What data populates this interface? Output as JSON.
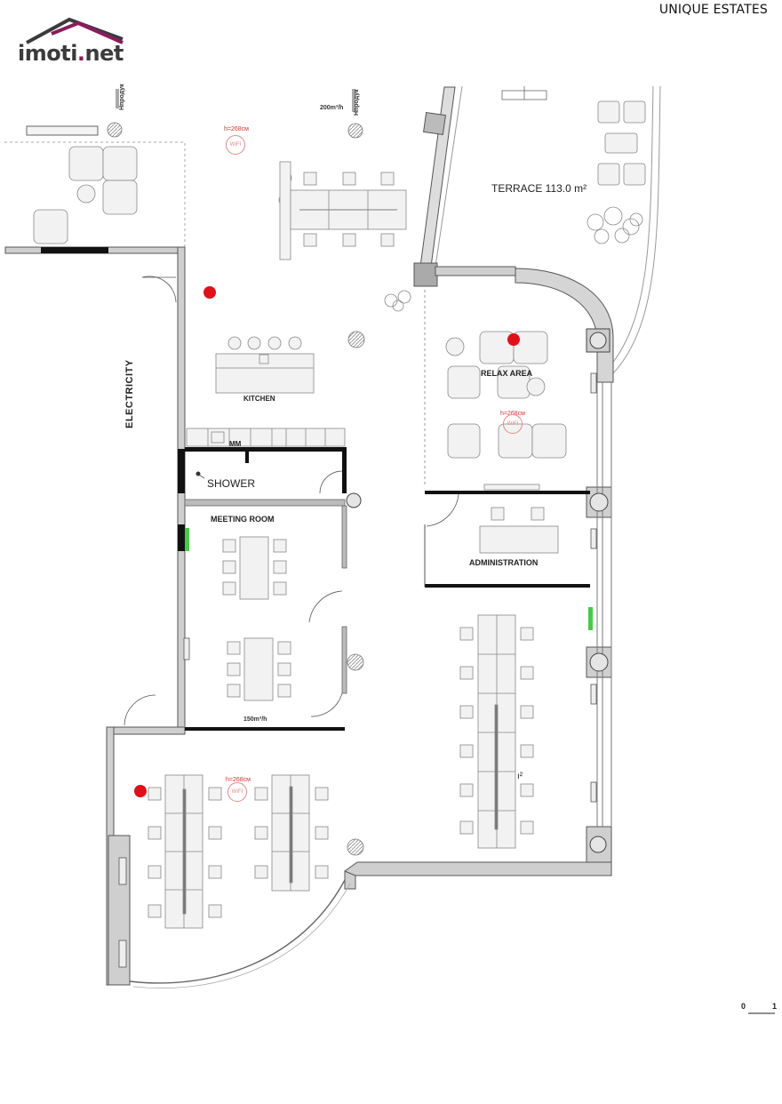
{
  "header": {
    "logo_text_main": "imoti",
    "logo_text_dot": ".",
    "logo_text_tld": "net",
    "brand": "UNIQUE ESTATES",
    "colors": {
      "logo_roof": "#8b1d5c",
      "logo_text": "#3b3b3b"
    }
  },
  "plan": {
    "rooms": {
      "terrace": "TERRACE 113.0 m²",
      "relax": "RELAX AREA",
      "kitchen": "KITCHEN",
      "electricity": "ELECTRICITY",
      "mm": "MM",
      "shower": "SHOWER",
      "meeting": "MEETING ROOM",
      "administration": "ADMINISTRATION"
    },
    "airflow": {
      "top_left": "Нпродук",
      "top_mid": "Нпродук",
      "top_rate": "200m³/h",
      "meeting_rate": "150m³/h"
    },
    "ceiling_heights": {
      "top": "h=268см",
      "relax": "h=268см",
      "bottom": "h=268см"
    },
    "wifi_label": "WIFI",
    "area_fragment": "ı²",
    "scale": {
      "zero": "0",
      "one": "1"
    },
    "colors": {
      "wall": "#777777",
      "wall_dark": "#111111",
      "marker": "#e0101a",
      "furniture": "#f1f1f1"
    }
  }
}
